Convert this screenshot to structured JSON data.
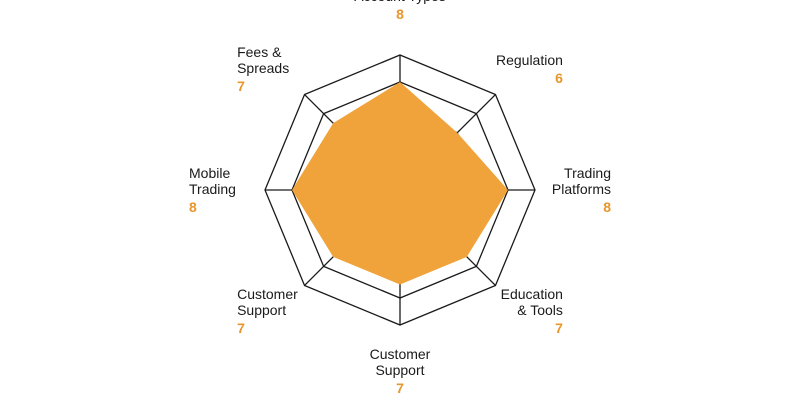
{
  "chart_data": {
    "type": "radar",
    "title": "",
    "range": [
      0,
      10
    ],
    "rings": 5,
    "grid": true,
    "colors": {
      "fill": "#F0A33A",
      "value_text": "#E8962C",
      "grid": "#1a1a1a",
      "label": "#1a1a1a"
    },
    "axes": [
      {
        "label_lines": [
          "Account Types"
        ],
        "value": 8
      },
      {
        "label_lines": [
          "Regulation"
        ],
        "value": 6
      },
      {
        "label_lines": [
          "Trading",
          "Platforms"
        ],
        "value": 8
      },
      {
        "label_lines": [
          "Education",
          "& Tools"
        ],
        "value": 7
      },
      {
        "label_lines": [
          "Customer",
          "Support"
        ],
        "value": 7
      },
      {
        "label_lines": [
          "Customer",
          "Support"
        ],
        "value": 7
      },
      {
        "label_lines": [
          "Mobile",
          "Trading"
        ],
        "value": 8
      },
      {
        "label_lines": [
          "Fees &",
          "Spreads"
        ],
        "value": 7
      }
    ]
  }
}
